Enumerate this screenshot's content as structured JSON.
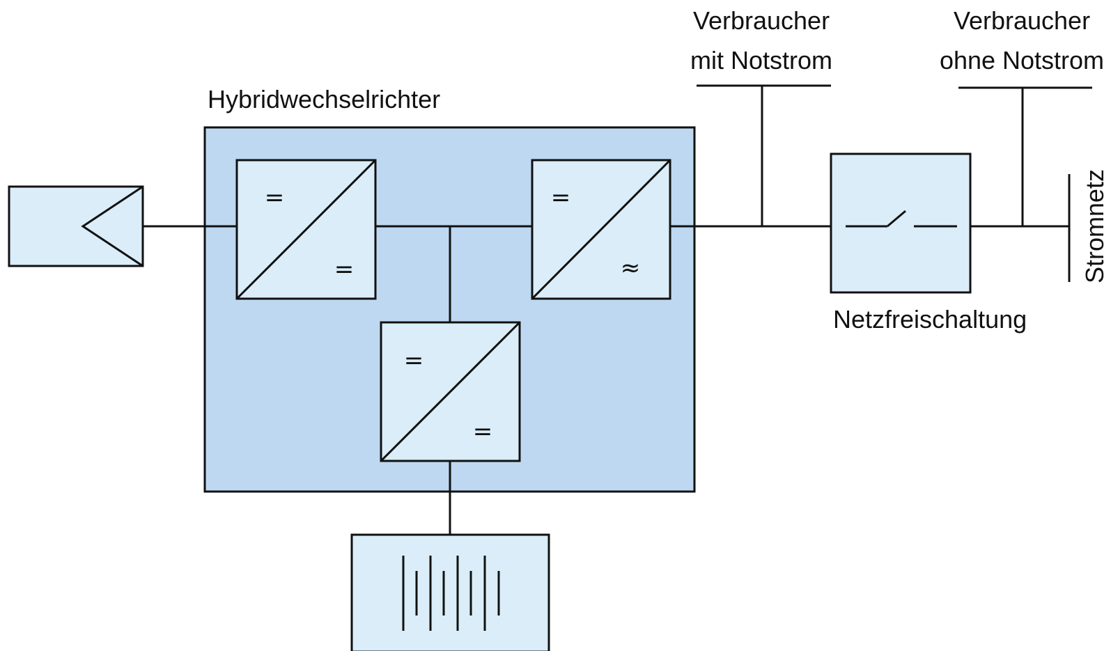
{
  "colors": {
    "inverter_fill": "#bed8f1",
    "component_fill": "#daedf8",
    "line": "#111111",
    "background": "#ffffff"
  },
  "labels": {
    "inverter": "Hybridwechselrichter",
    "consumer_backup_line1": "Verbraucher",
    "consumer_backup_line2": "mit Notstrom",
    "consumer_nobackup_line1": "Verbraucher",
    "consumer_nobackup_line2": "ohne Notstrom",
    "disconnect": "Netzfreischaltung",
    "grid": "Stromnetz"
  },
  "converters": {
    "pv_dcdc": {
      "input": "=",
      "output": "="
    },
    "inverter_dcac": {
      "input": "=",
      "output": "≈"
    },
    "battery_dcdc": {
      "input": "=",
      "output": "="
    }
  },
  "icons": {
    "pv": "pv-module-icon",
    "battery": "battery-icon",
    "switch": "open-switch-icon"
  }
}
